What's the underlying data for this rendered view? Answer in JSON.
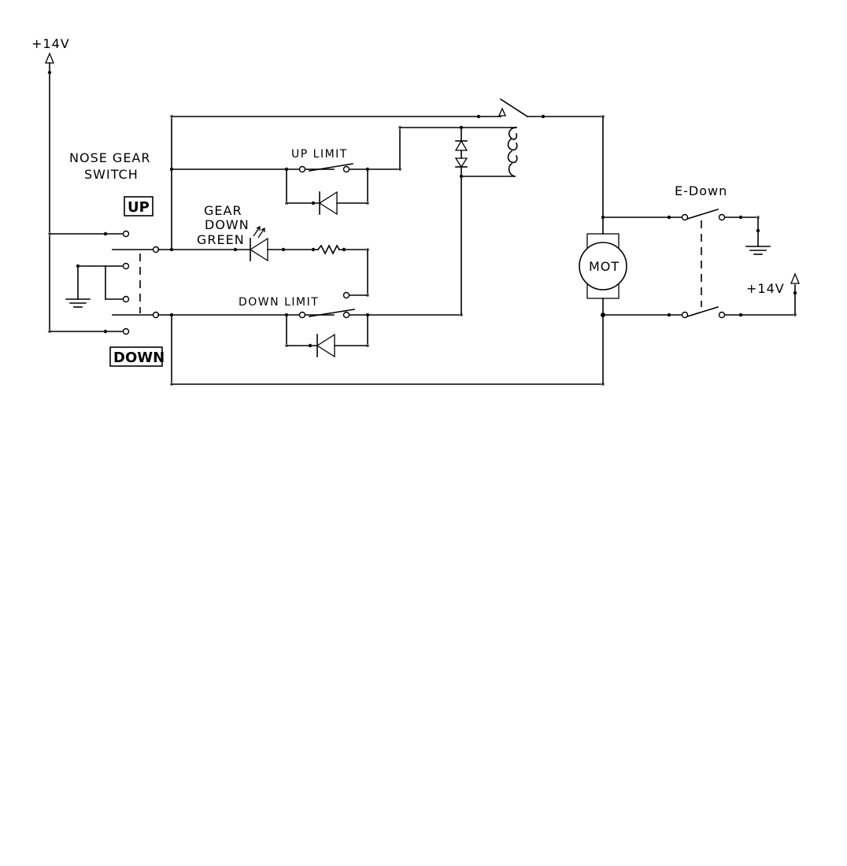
{
  "labels": {
    "supply_left": "+14V",
    "nose_gear_line1": "NOSE GEAR",
    "nose_gear_line2": "SWITCH",
    "up_box": "UP",
    "down_box": "DOWN",
    "gear_down_line1": "GEAR",
    "gear_down_line2": "DOWN",
    "gear_down_line3": "GREEN",
    "up_limit": "UP LIMIT",
    "down_limit": "DOWN LIMIT",
    "motor": "MOT",
    "e_down": "E-Down",
    "supply_right": "+14V"
  }
}
